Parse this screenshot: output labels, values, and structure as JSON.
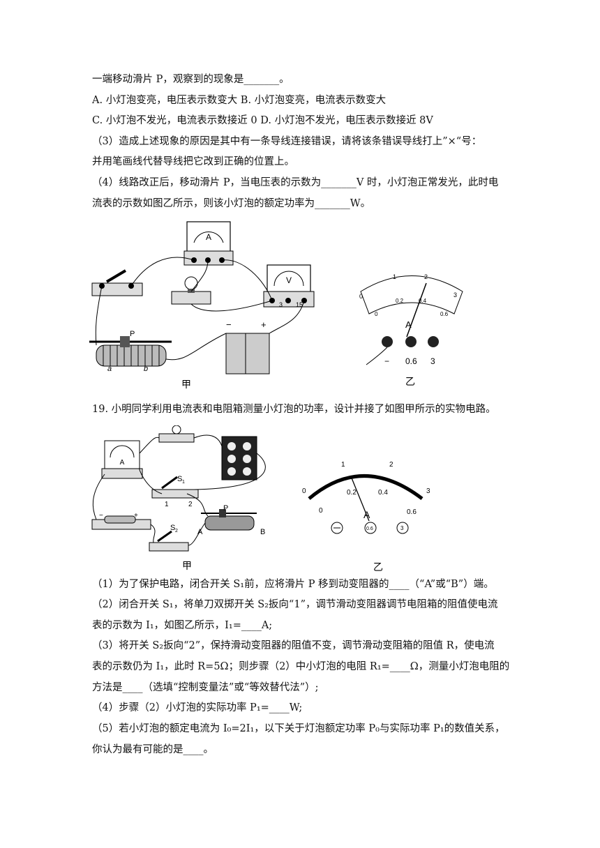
{
  "q18": {
    "line1": "一端移动滑片 P，观察到的现象是_______。",
    "optAB": "A. 小灯泡变亮，电压表示数变大        B. 小灯泡变亮，电流表示数变大",
    "optCD": "C. 小灯泡不发光，电流表示数接近 0   D. 小灯泡不发光，电压表示数接近 8V",
    "p3a": "（3）造成上述现象的原因是其中有一条导线连接错误，请将该条错误导线打上”×“号：",
    "p3b": "并用笔画线代替导线把它改到正确的位置上。",
    "p4a": "（4）线路改正后，移动滑片 P，当电压表的示数为_______V 时，小灯泡正常发光，此时电",
    "p4b": "流表的示数如图乙所示，则该小灯泡的额定功率为_______W。",
    "fig_jia": "甲",
    "fig_yi": "乙",
    "labels": {
      "P": "P",
      "a": "a",
      "b": "b",
      "minus": "−",
      "plus": "+",
      "A": "A",
      "V": "V",
      "t_minus": "−",
      "t06": "0.6",
      "t3": "3",
      "vt3": "3",
      "vt15": "15"
    },
    "ammeter_ticks_top": [
      "0",
      "1",
      "2",
      "3"
    ],
    "ammeter_ticks_bottom": [
      "0",
      "0.2",
      "0.4",
      "0.6"
    ]
  },
  "q19": {
    "intro": "19. 小明同学利用电流表和电阻箱测量小灯泡的功率，设计并接了如图甲所示的实物电路。",
    "fig_jia": "甲",
    "fig_yi": "乙",
    "labels": {
      "S1": "S",
      "S1sub": "1",
      "S2": "S",
      "S2sub": "2",
      "n1": "1",
      "n2": "2",
      "P": "P",
      "A": "A",
      "B": "B",
      "meterA": "A",
      "minus": "−",
      "plus": "+",
      "t06": "0.6",
      "t3": "3"
    },
    "ticks_top": [
      "0",
      "1",
      "2",
      "3"
    ],
    "ticks_bottom": [
      "0",
      "0.2",
      "0.4",
      "0.6"
    ],
    "p1": "（1）为了保护电路，闭合开关 S₁前，应将滑片 P 移到动变阻器的____（“A”或“B”）端。",
    "p2a": "（2）闭合开关 S₁，将单刀双掷开关 S₂扳向“1”，调节滑动变阻器调节电阻箱的阻值使电流",
    "p2b": "表的示数为 I₁，如图乙所示，I₁=____A;",
    "p3a": "（3）将开关 S₂扳向“2”，保持滑动变阻器的阻值不变，调节滑动变阻箱的阻值 R，使电流",
    "p3b": "表的示数仍为 I₁，此时 R=5Ω；则步骤（2）中小灯泡的电阻 R₁=____Ω，测量小灯泡电阻的",
    "p3c": "方法是____（选填“控制变量法”或“等效替代法”）;",
    "p4": "（4）步骤（2）小灯泡的实际功率 P₁=____W;",
    "p5a": "（5）若小灯泡的额定电流为 I₀=2I₁，以下关于灯泡额定功率 P₀与实际功率 P₁的数值关系，",
    "p5b": "你认为最有可能的是____。"
  }
}
